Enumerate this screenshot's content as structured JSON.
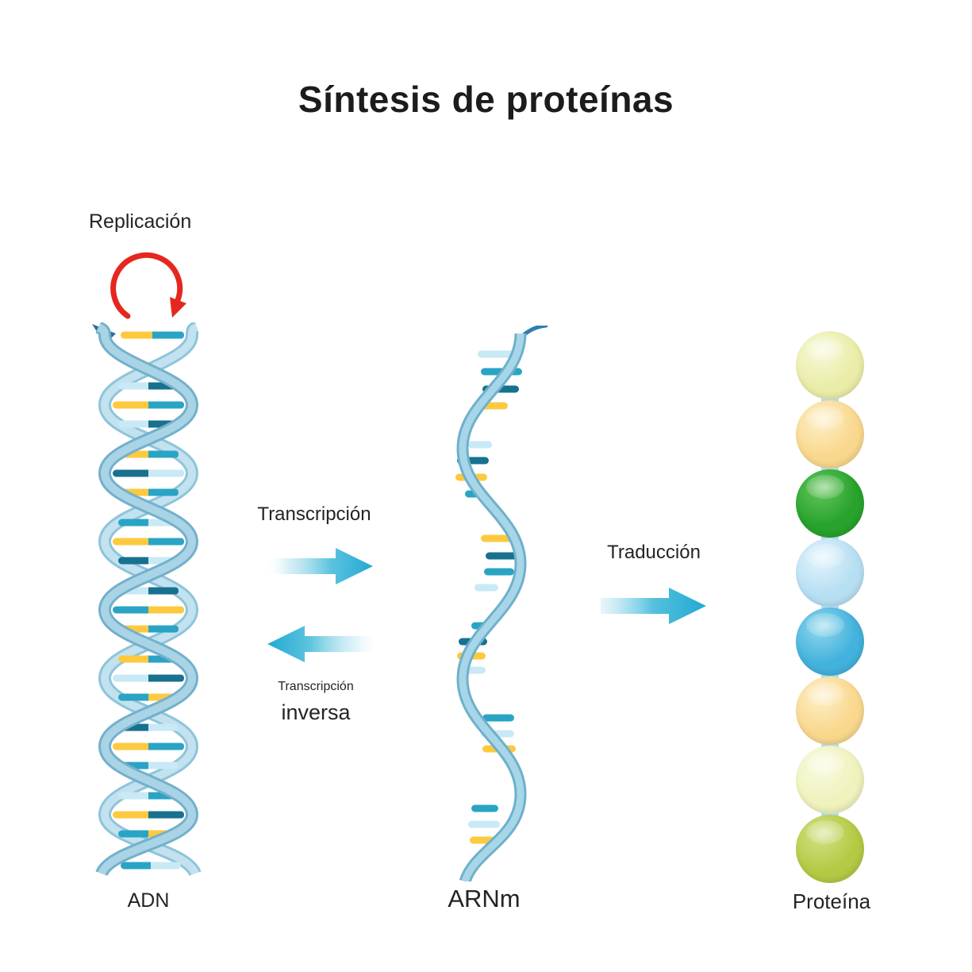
{
  "title": "Síntesis de proteínas",
  "palette": {
    "arrow_blue": "#23a9d4",
    "replication_red": "#e5271f",
    "dna_strand_front": "#8ec6de",
    "dna_strand_back": "#b9dcec",
    "lightblue": "#c9e9f6",
    "teal": "#2aa4c4",
    "darkteal": "#17718f",
    "yellow": "#fdc93f"
  },
  "dna": {
    "label": "ADN",
    "replication_label": "Replicación",
    "rung_pairs": [
      [
        "yellow",
        "teal"
      ],
      [
        "lightblue",
        "darkteal"
      ],
      [
        "yellow",
        "teal"
      ],
      [
        "lightblue",
        "darkteal"
      ],
      [
        "yellow",
        "teal"
      ],
      [
        "darkteal",
        "lightblue"
      ],
      [
        "yellow",
        "teal"
      ],
      [
        "teal",
        "lightblue"
      ],
      [
        "yellow",
        "teal"
      ],
      [
        "darkteal",
        "lightblue"
      ],
      [
        "lightblue",
        "darkteal"
      ],
      [
        "teal",
        "yellow"
      ],
      [
        "yellow",
        "teal"
      ],
      [
        "yellow",
        "teal"
      ],
      [
        "lightblue",
        "darkteal"
      ],
      [
        "teal",
        "yellow"
      ],
      [
        "darkteal",
        "lightblue"
      ],
      [
        "yellow",
        "teal"
      ],
      [
        "teal",
        "lightblue"
      ],
      [
        "lightblue",
        "teal"
      ],
      [
        "yellow",
        "darkteal"
      ],
      [
        "teal",
        "yellow"
      ],
      [
        "teal",
        "lightblue"
      ]
    ]
  },
  "mrna": {
    "label": "ARNm",
    "bar_colors": [
      "lightblue",
      "teal",
      "darkteal",
      "yellow",
      "lightblue",
      "darkteal",
      "yellow",
      "teal",
      "yellow",
      "darkteal",
      "teal",
      "lightblue",
      "teal",
      "darkteal",
      "yellow",
      "lightblue",
      "teal",
      "lightblue",
      "yellow",
      "teal",
      "lightblue",
      "yellow"
    ]
  },
  "arrows": {
    "transcription_label": "Transcripción",
    "reverse_line1": "Transcripción",
    "reverse_line2": "inversa",
    "translation_label": "Traducción"
  },
  "protein": {
    "label": "Proteína",
    "beads": [
      {
        "light": "#f6f8d8",
        "base": "#eaeda8",
        "edge": "#d6d75e"
      },
      {
        "light": "#fdeec6",
        "base": "#f9d88e",
        "edge": "#f2a93c"
      },
      {
        "light": "#63c55c",
        "base": "#28a32c",
        "edge": "#1a7d1d"
      },
      {
        "light": "#e2f3fc",
        "base": "#b7dff3",
        "edge": "#59c4e9"
      },
      {
        "light": "#8fd6ec",
        "base": "#43b2dd",
        "edge": "#1f87b1"
      },
      {
        "light": "#fdeec6",
        "base": "#f9d88e",
        "edge": "#f0ab42"
      },
      {
        "light": "#f9fae0",
        "base": "#eff2bd",
        "edge": "#d9da69"
      },
      {
        "light": "#d3e085",
        "base": "#b4ca44",
        "edge": "#96ac27"
      }
    ]
  }
}
